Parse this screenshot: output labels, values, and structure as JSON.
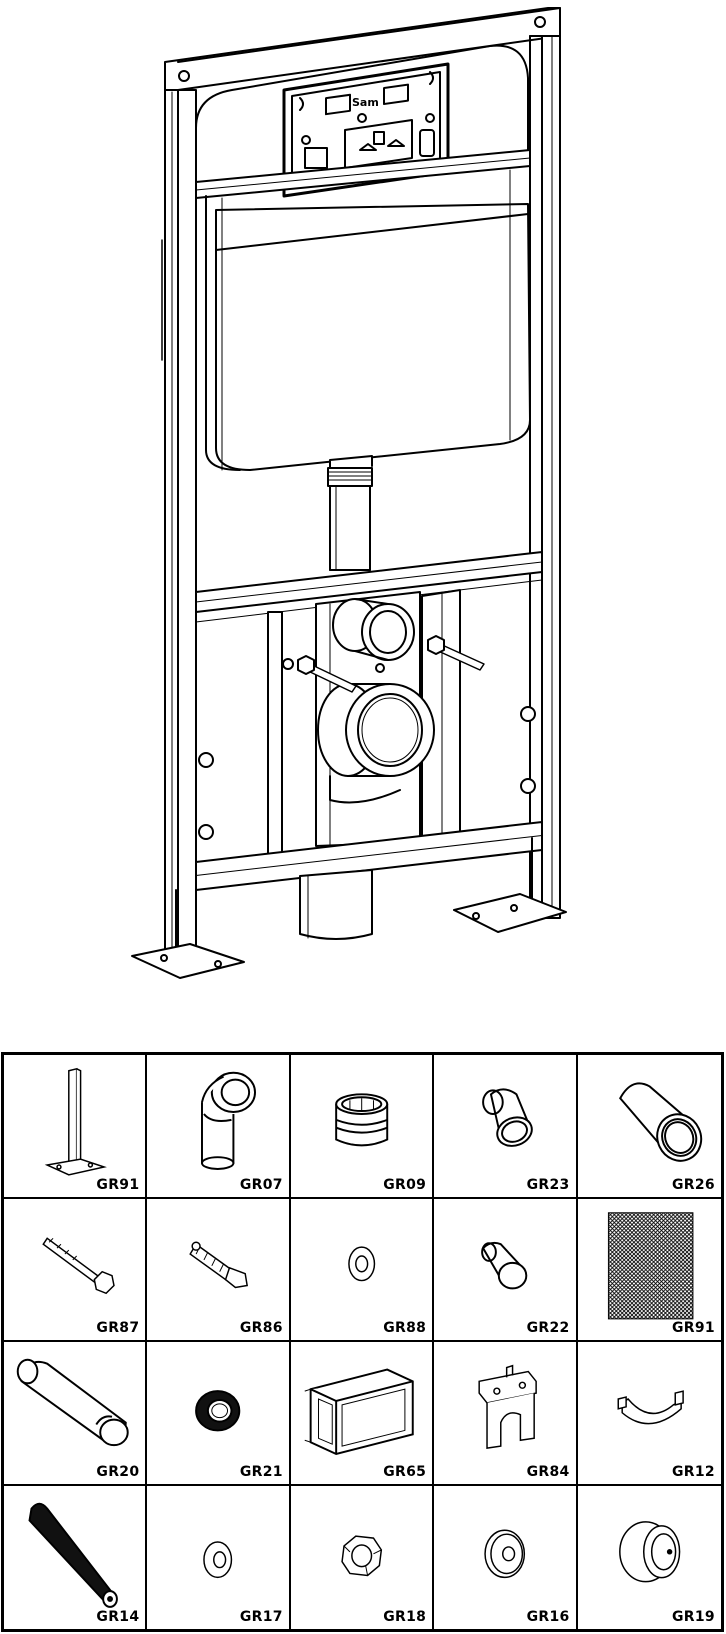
{
  "frame": {
    "plate_text": "Sam"
  },
  "parts": [
    {
      "code": "GR91",
      "icon": "frame-leg-icon"
    },
    {
      "code": "GR07",
      "icon": "drain-bend-icon"
    },
    {
      "code": "GR09",
      "icon": "pipe-connector-icon"
    },
    {
      "code": "GR23",
      "icon": "pipe-sleeve-icon"
    },
    {
      "code": "GR26",
      "icon": "long-sleeve-icon"
    },
    {
      "code": "GR87",
      "icon": "threaded-bolt-icon"
    },
    {
      "code": "GR86",
      "icon": "wall-plug-icon"
    },
    {
      "code": "GR88",
      "icon": "washer-icon"
    },
    {
      "code": "GR22",
      "icon": "end-cap-icon"
    },
    {
      "code": "GR91",
      "icon": "mesh-panel-icon"
    },
    {
      "code": "GR20",
      "icon": "flush-pipe-icon"
    },
    {
      "code": "GR21",
      "icon": "rubber-seal-icon"
    },
    {
      "code": "GR65",
      "icon": "inspection-box-icon"
    },
    {
      "code": "GR84",
      "icon": "pipe-bracket-icon"
    },
    {
      "code": "GR12",
      "icon": "pipe-clamp-icon"
    },
    {
      "code": "GR14",
      "icon": "threaded-rod-icon"
    },
    {
      "code": "GR17",
      "icon": "flat-washer-icon"
    },
    {
      "code": "GR18",
      "icon": "hex-nut-icon"
    },
    {
      "code": "GR16",
      "icon": "rosette-icon"
    },
    {
      "code": "GR19",
      "icon": "dome-cap-icon"
    }
  ]
}
